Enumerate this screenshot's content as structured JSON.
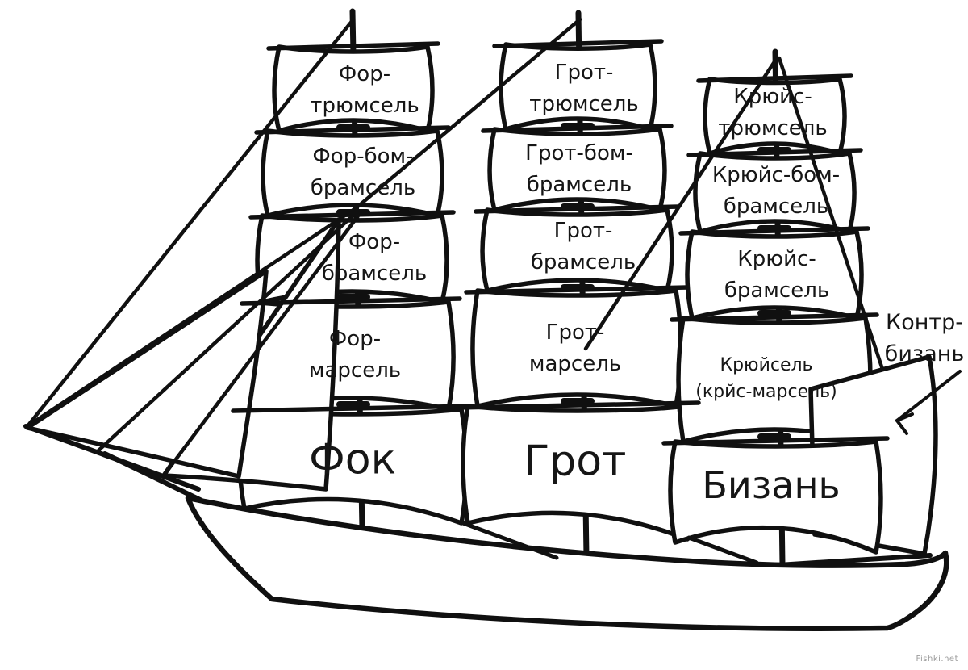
{
  "diagram": {
    "ink_color": "#101010",
    "background": "#ffffff",
    "labels": {
      "fore_royal": "Фор-\nтрюмсель",
      "fore_upper_topgallant": "Фор-бом-\nбрамсель",
      "fore_topgallant": "Фор-\nбрамсель",
      "fore_topsail": "Фор-\nмарсель",
      "fore_course": "Фок",
      "main_royal": "Грот-\nтрюмсель",
      "main_upper_topgallant": "Грот-бом-\nбрамсель",
      "main_topgallant": "Грот-\nбрамсель",
      "main_topsail": "Грот-\nмарсель",
      "main_course": "Грот",
      "mizzen_royal": "Крюйс-\nтрюмсель",
      "mizzen_upper_topgallant": "Крюйс-бом-\nбрамсель",
      "mizzen_topgallant": "Крюйс-\nбрамсель",
      "mizzen_topsail": "Крюйсель\n(крйс-марсель)",
      "mizzen_course": "Бизань",
      "counter_mizzen": "Контр-\nбизань"
    }
  },
  "watermark": "Fishki.net"
}
